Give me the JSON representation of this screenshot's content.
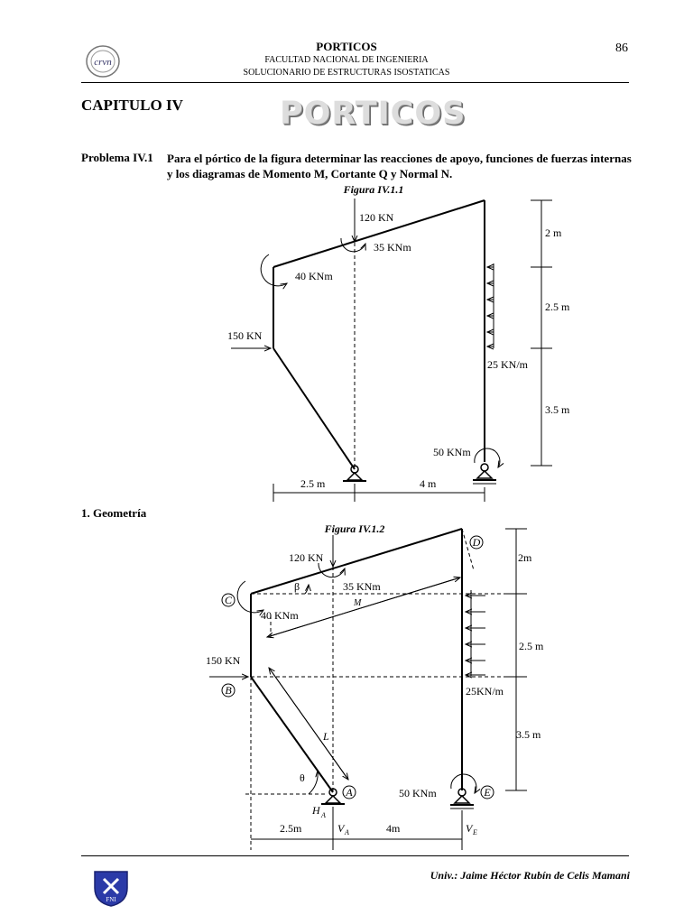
{
  "header": {
    "title": "PORTICOS",
    "line1": "FACULTAD NACIONAL DE INGENIERIA",
    "line2": "SOLUCIONARIO DE ESTRUCTURAS ISOSTATICAS",
    "page_number": "86",
    "logo_text": "crvn"
  },
  "chapter": "CAPITULO IV",
  "chapter_banner": "PORTICOS",
  "problem": {
    "label": "Problema IV.1",
    "text": "Para el pórtico de la figura determinar las reacciones de apoyo, funciones de fuerzas internas y los diagramas de Momento M, Cortante Q y Normal N."
  },
  "figure1": {
    "caption": "Figura IV.1.1",
    "load_120": "120 KN",
    "moment_35": "35 KNm",
    "moment_40": "40 KNm",
    "load_150": "150 KN",
    "dist_25": "25 KN/m",
    "moment_50": "50 KNm",
    "dim_2m": "2 m",
    "dim_25m": "2.5 m",
    "dim_35m": "3.5 m",
    "dim_bot_25": "2.5 m",
    "dim_bot_4": "4 m"
  },
  "section": "1. Geometría",
  "figure2": {
    "caption": "Figura IV.1.2",
    "load_120": "120 KN",
    "moment_35": "35 KNm",
    "moment_40": "40 KNm",
    "load_150": "150 KN",
    "dist_25": "25KN/m",
    "moment_50": "50 KNm",
    "beta": "β",
    "theta": "θ",
    "M": "M",
    "L": "L",
    "node_A": "A",
    "node_B": "B",
    "node_C": "C",
    "node_D": "D",
    "node_E": "E",
    "HA": "H",
    "HA_sub": "A",
    "VA": "V",
    "VA_sub": "A",
    "VE": "V",
    "VE_sub": "E",
    "dim_2m": "2m",
    "dim_25m": "2.5 m",
    "dim_35m": "3.5 m",
    "dim_bot_25": "2.5m",
    "dim_bot_4": "4m"
  },
  "footer": {
    "author": "Univ.: Jaime Héctor Rubín de Celis Mamani",
    "emblem_text": "FNI"
  }
}
